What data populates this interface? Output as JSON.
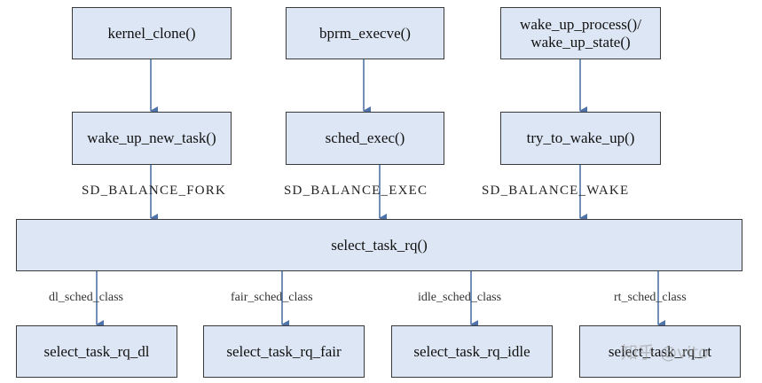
{
  "nodes": {
    "kernel_clone": "kernel_clone()",
    "bprm_execve": "bprm_execve()",
    "wake_up_process": "wake_up_process()/\nwake_up_state()",
    "wake_up_new_task": "wake_up_new_task()",
    "sched_exec": "sched_exec()",
    "try_to_wake_up": "try_to_wake_up()",
    "select_task_rq": "select_task_rq()",
    "select_task_rq_dl": "select_task_rq_dl",
    "select_task_rq_fair": "select_task_rq_fair",
    "select_task_rq_idle": "select_task_rq_idle",
    "select_task_rq_rt": "select_task_rq_rt"
  },
  "flags": {
    "fork": "SD_BALANCE_FORK",
    "exec": "SD_BALANCE_EXEC",
    "wake": "SD_BALANCE_WAKE"
  },
  "classes": {
    "dl": "dl_sched_class",
    "fair": "fair_sched_class",
    "idle": "idle_sched_class",
    "rt": "rt_sched_class"
  },
  "watermark": "知乎 @vito",
  "colors": {
    "node_fill": "#dde6f4",
    "node_border": "#3a3a3a",
    "arrow": "#4f73a8"
  }
}
